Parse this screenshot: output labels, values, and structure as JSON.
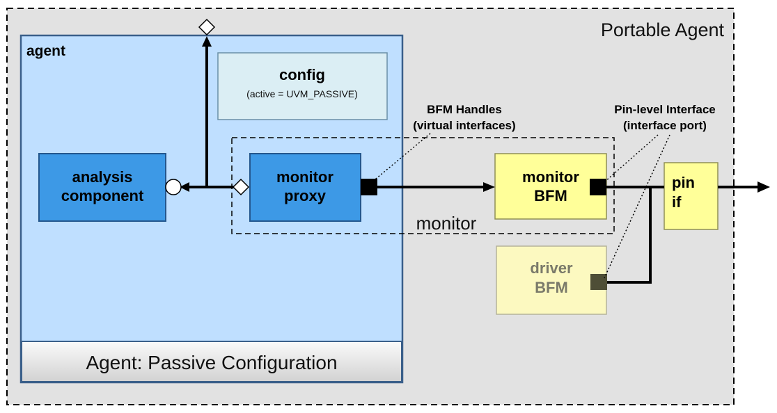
{
  "portable_agent": {
    "label": "Portable Agent"
  },
  "agent": {
    "label": "agent",
    "footer_label": "Agent: Passive Configuration"
  },
  "config": {
    "title": "config",
    "detail": "(active = UVM_PASSIVE)"
  },
  "analysis_component": {
    "line1": "analysis",
    "line2": "component"
  },
  "monitor_proxy": {
    "line1": "monitor",
    "line2": "proxy"
  },
  "monitor_group": {
    "label": "monitor"
  },
  "monitor_bfm": {
    "line1": "monitor",
    "line2": "BFM"
  },
  "driver_bfm": {
    "line1": "driver",
    "line2": "BFM"
  },
  "pin_if": {
    "line1": "pin",
    "line2": "if"
  },
  "annotations": {
    "bfm_handles_line1": "BFM Handles",
    "bfm_handles_line2": "(virtual interfaces)",
    "pin_level_line1": "Pin-level Interface",
    "pin_level_line2": "(interface port)"
  },
  "colors": {
    "outer_bg": "#e2e2e2",
    "agent_bg": "#bfdfff",
    "agent_border": "#3a5f8a",
    "component_fill": "#3d99e6",
    "component_border": "#24578e",
    "config_fill": "#dbeef4",
    "bfm_fill": "#ffff99",
    "driver_fill": "#fcf9c0",
    "driver_text": "#7a7a6a",
    "driver_port": "#4e4e36"
  }
}
